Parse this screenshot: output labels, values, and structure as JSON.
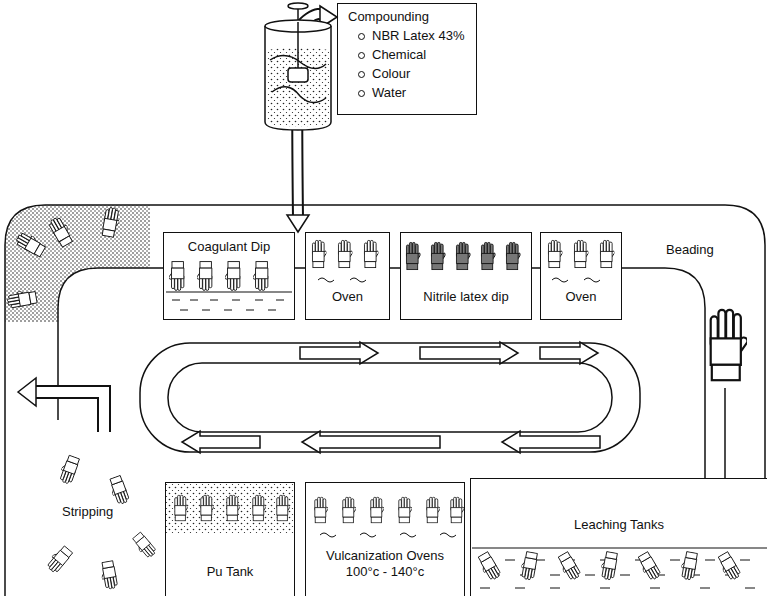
{
  "diagram": {
    "nodes": [
      {
        "text": [
          "Compounding",
          "NBR Latex 43%",
          "Chemical",
          "Colour",
          "Water"
        ]
      },
      {
        "text": [
          "Coagulant Dip"
        ]
      },
      {
        "text": [
          "Oven"
        ]
      },
      {
        "text": [
          "Nitrile latex dip"
        ]
      },
      {
        "text": [
          "Oven"
        ]
      },
      {
        "text": [
          "Leaching Tanks"
        ]
      },
      {
        "text": [
          "Vulcanization Ovens",
          "100°c - 140°c"
        ]
      },
      {
        "text": [
          "Pu Tank"
        ]
      }
    ],
    "edges": [
      {
        "from": 0,
        "to": 3,
        "arrow": "both"
      }
    ],
    "labels": [
      "Beading",
      "Stripping"
    ]
  }
}
